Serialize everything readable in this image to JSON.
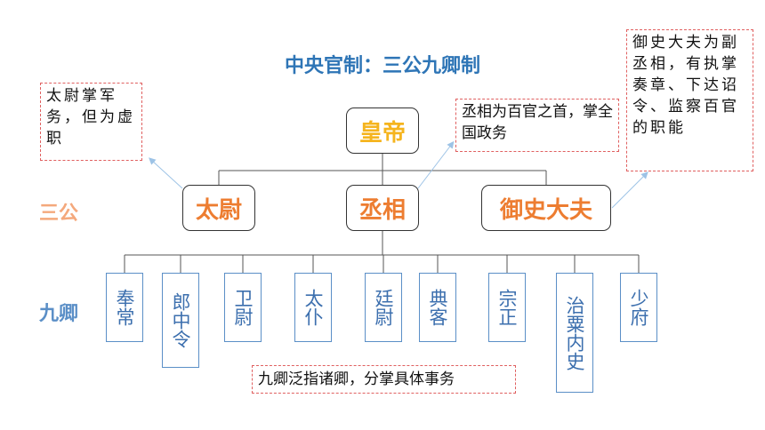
{
  "title": "中央官制：三公九卿制",
  "labels": {
    "sangong": "三公",
    "jiuqing": "九卿"
  },
  "emperor": "皇帝",
  "sangong": [
    "太尉",
    "丞相",
    "御史大夫"
  ],
  "jiuqing": [
    "奉常",
    "郎中令",
    "卫尉",
    "太仆",
    "廷尉",
    "典客",
    "宗正",
    "治粟内史",
    "少府"
  ],
  "notes": {
    "taiwei": "太尉掌军务，但为虚职",
    "chengxiang": "丞相为百官之首，掌全国政务",
    "yushi": "御史大夫为副丞相，有执掌奏章、下达诏令、监察百官的职能",
    "jiuqing": "九卿泛指诸卿，分掌具体事务"
  },
  "colors": {
    "title": "#2e75b6",
    "emperor": "#f5b41e",
    "sangong": "#ed7d31",
    "jiuqing": "#3c6fae",
    "note_border": "#e06060",
    "arrow": "#9dc3e6"
  }
}
